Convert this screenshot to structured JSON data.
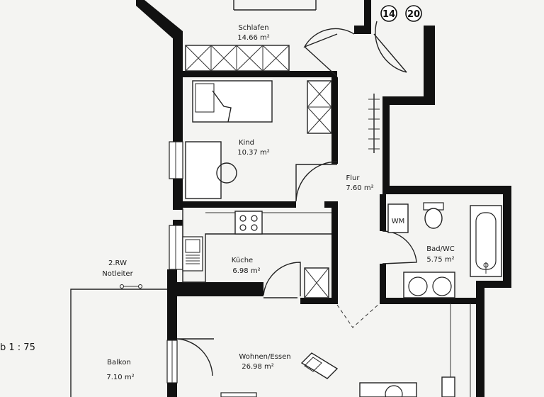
{
  "plan": {
    "scale_label": "b 1 : 75",
    "apartment_numbers": [
      "14",
      "20"
    ],
    "rooms": [
      {
        "id": "schlafen",
        "name": "Schlafen",
        "area": "14.66 m²"
      },
      {
        "id": "kind",
        "name": "Kind",
        "area": "10.37 m²"
      },
      {
        "id": "flur",
        "name": "Flur",
        "area": "7.60 m²"
      },
      {
        "id": "kueche",
        "name": "Küche",
        "area": "6.98 m²"
      },
      {
        "id": "bad",
        "name": "Bad/WC",
        "area": "5.75 m²"
      },
      {
        "id": "wohnen",
        "name": "Wohnen/Essen",
        "area": "26.98 m²"
      },
      {
        "id": "balkon",
        "name": "Balkon",
        "area": "7.10 m²"
      }
    ],
    "fixtures": {
      "wm": "WM"
    },
    "escape": {
      "line1": "2.RW",
      "line2": "Notleiter"
    }
  }
}
